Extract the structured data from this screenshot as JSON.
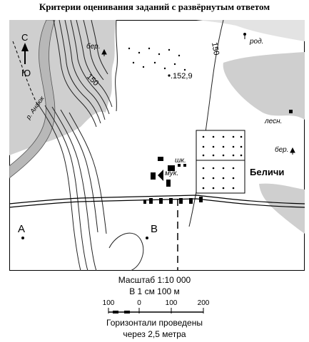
{
  "title": "Критерии оценивания заданий с развёрнутым ответом",
  "map": {
    "compass": {
      "north": "С",
      "south": "Ю"
    },
    "labels": {
      "bereza_1": "бер.",
      "bereza_2": "бер.",
      "rodnik": "род.",
      "lesnichestvo": "лесн.",
      "shkola": "шк.",
      "melnica": "мук.",
      "village": "Беличи",
      "river": "р. Анаюк",
      "point_a": "А",
      "point_b": "В",
      "height_152": ".152,9",
      "contour_150": "150",
      "contour_150b": "150"
    },
    "colors": {
      "forest": "#cfcfcf",
      "river": "#b8b8b8",
      "ink": "#111111"
    }
  },
  "legend": {
    "scale_title": "Масштаб 1:10 000",
    "scale_sub": "В 1 см 100 м",
    "ticks": [
      "100",
      "0",
      "100",
      "200"
    ],
    "contours_line1": "Горизонтали проведены",
    "contours_line2": "через 2,5 метра"
  }
}
